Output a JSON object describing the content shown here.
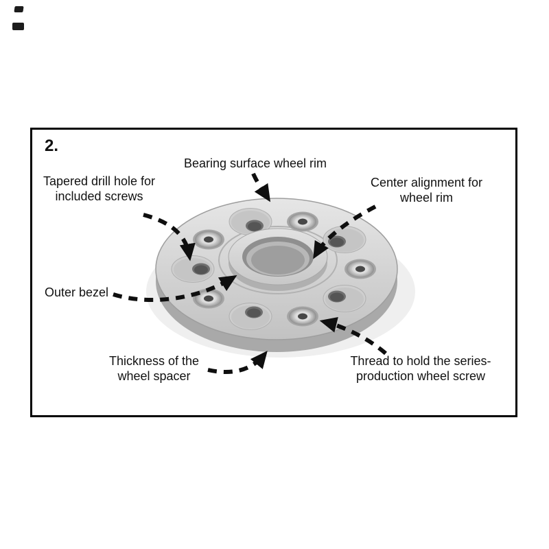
{
  "window": {
    "background": "#ffffff"
  },
  "figure": {
    "step_number": "2.",
    "labels": {
      "bearing_surface": "Bearing surface wheel rim",
      "tapered_hole": "Tapered drill hole for included screws",
      "center_alignment": "Center alignment for wheel rim",
      "outer_bezel": "Outer bezel",
      "thickness": "Thickness of the wheel spacer",
      "thread": "Thread to hold the series-production wheel screw"
    },
    "colors": {
      "frame_border": "#000000",
      "text": "#111111",
      "arrow": "#0f0f0f",
      "spacer_face": "#d2d2d2",
      "spacer_edge": "#a9a9a9",
      "threaded_insert": "#d8d8d8"
    }
  }
}
